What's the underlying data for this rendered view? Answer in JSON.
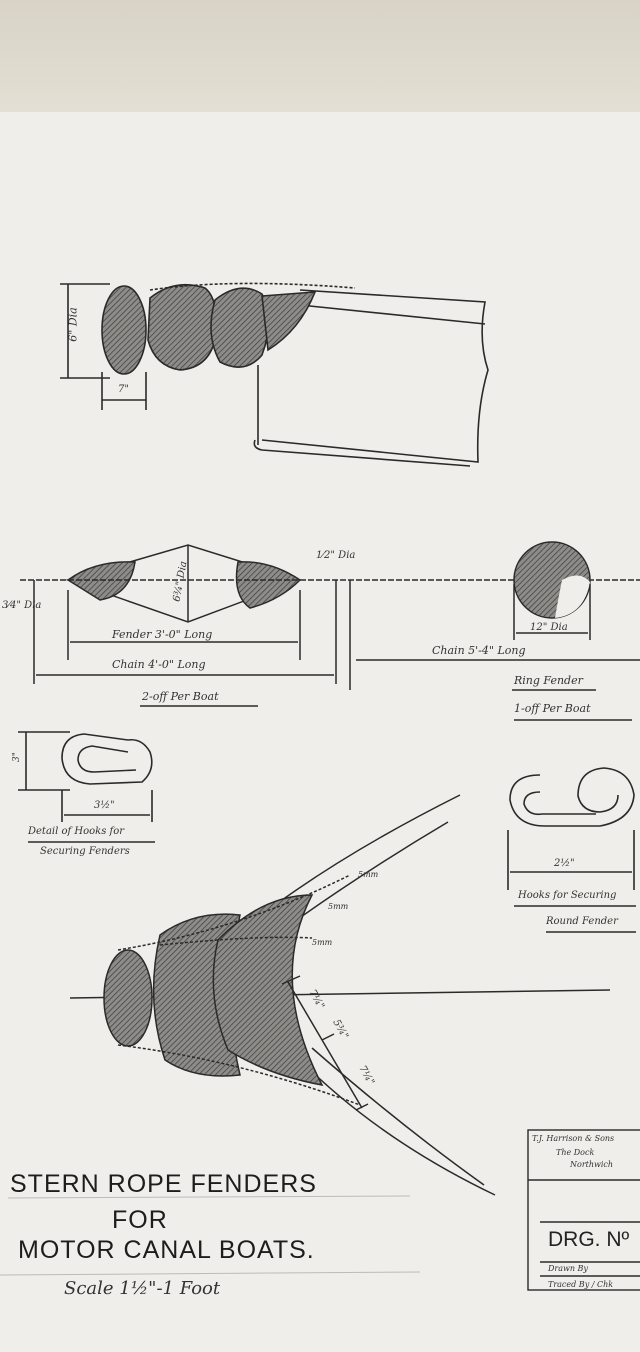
{
  "drawing": {
    "title_line1": "STERN ROPE FENDERS",
    "title_line2": "FOR",
    "title_line3": "MOTOR CANAL BOATS.",
    "scale": "Scale 1½\"-1 Foot"
  },
  "top_view": {
    "dim_height": "6\" Dia",
    "dim_width": "7\""
  },
  "fender_elevation": {
    "dim_end_left": "3⁄4\" Dia",
    "dim_end_right": "1⁄2\" Dia",
    "dim_centre": "6¾\" Dia",
    "fender_length": "Fender 3'-0\" Long",
    "chain_length": "Chain 4'-0\" Long",
    "quantity": "2-off Per Boat"
  },
  "ring_fender": {
    "chain_length": "Chain 5'-4\" Long",
    "dim": "12\" Dia",
    "label_line1": "Ring Fender",
    "label_line2": "1-off Per Boat"
  },
  "hook_detail": {
    "dim_height": "3\"",
    "dim_width": "3½\"",
    "label_line1": "Detail of Hooks for",
    "label_line2": "Securing Fenders"
  },
  "ring_hook": {
    "dim_width": "2½\"",
    "label_line1": "Hooks for Securing",
    "label_line2": "Round Fender"
  },
  "plan_view": {
    "dim_a": "7¼\"",
    "dim_b": "5¾\"",
    "dim_c": "7¼\"",
    "chain_label_1": "5mm",
    "chain_label_2": "5mm",
    "chain_label_3": "5mm"
  },
  "title_block": {
    "firm_line1": "T.J. Harrison & Sons",
    "firm_line2": "The Dock",
    "firm_line3": "Northwich",
    "drawing_number_label": "DRG. Nº",
    "drawn_by": "Drawn By",
    "traced_by": "Traced By / Chk"
  }
}
